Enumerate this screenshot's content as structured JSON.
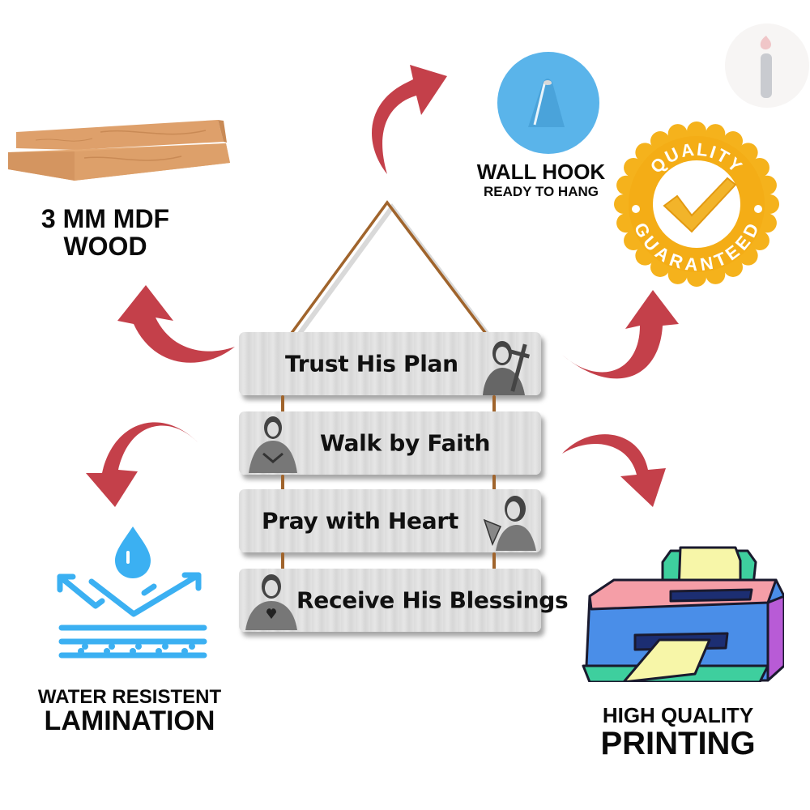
{
  "features": {
    "wood": {
      "title_line1": "3 MM MDF",
      "title_line2": "WOOD",
      "icon": "wood-planks-icon"
    },
    "hook": {
      "title": "WALL HOOK",
      "subtitle": "READY TO HANG",
      "icon": "wall-hook-icon"
    },
    "quality": {
      "top_text": "QUALITY",
      "bottom_text": "GUARANTEED",
      "icon": "quality-badge-icon"
    },
    "water": {
      "title_line1": "WATER RESISTENT",
      "title_line2": "LAMINATION",
      "icon": "water-resistant-icon"
    },
    "printing": {
      "title_line1": "HIGH QUALITY",
      "title_line2": "PRINTING",
      "icon": "printer-icon"
    }
  },
  "product": {
    "planks": [
      {
        "text": "Trust His Plan",
        "figure_side": "right"
      },
      {
        "text": "Walk by Faith",
        "figure_side": "left"
      },
      {
        "text": "Pray with Heart",
        "figure_side": "right"
      },
      {
        "text": "Receive His Blessings",
        "figure_side": "left"
      }
    ]
  },
  "colors": {
    "arrow": "#c4404a",
    "hook_blue": "#5ab4ea",
    "water_blue": "#3bb0f2",
    "badge_gold": "#f5b21c",
    "rope": "#a0642c"
  },
  "logo": {
    "icon": "info-logo-icon"
  }
}
